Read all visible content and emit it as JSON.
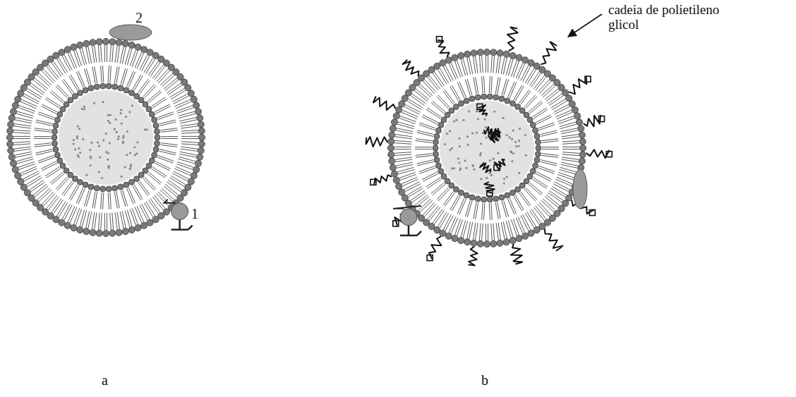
{
  "diagram": {
    "labels": [
      "2",
      "1",
      "cadeia de polietileno glicol",
      "a",
      "b"
    ]
  }
}
